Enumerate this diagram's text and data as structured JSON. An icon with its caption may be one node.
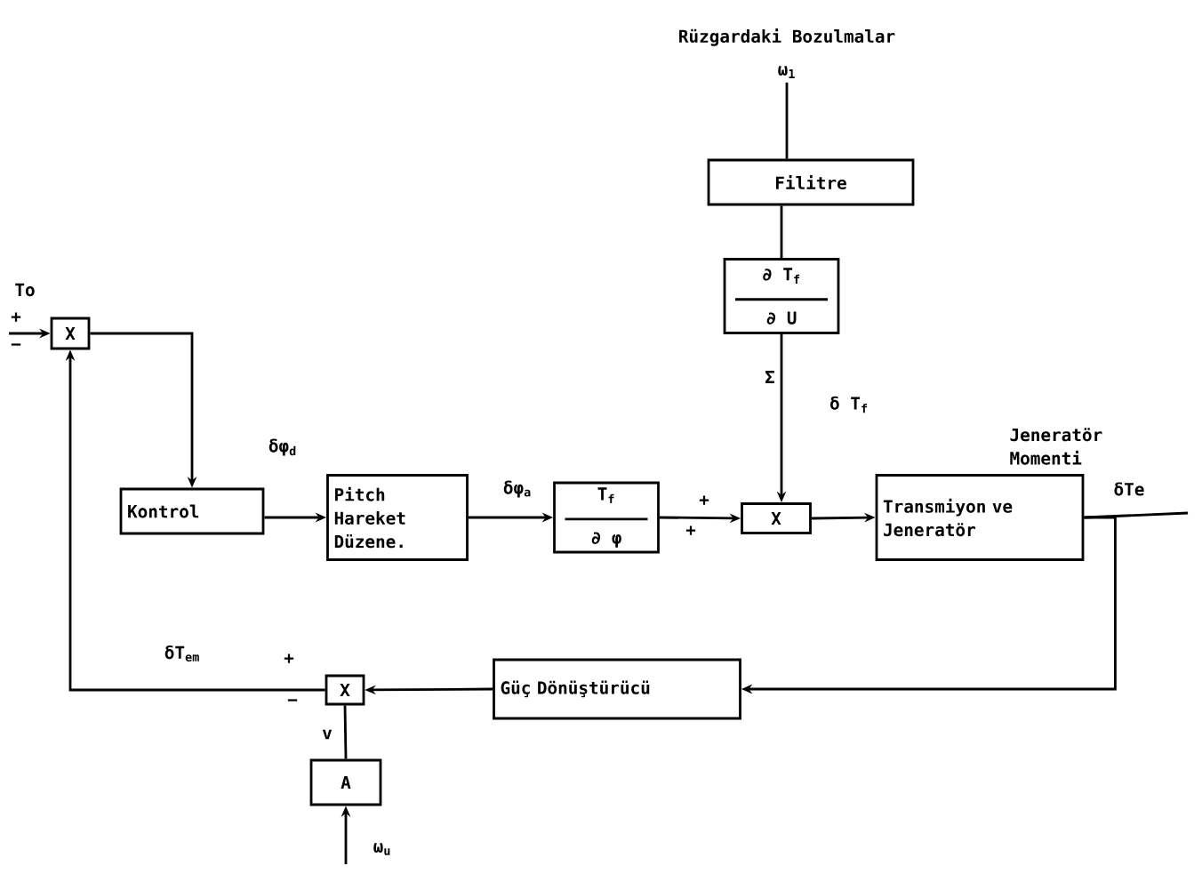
{
  "diagram": {
    "nodes": [
      {
        "text": [
          "Rüzgardaki Bozulmalar",
          "ω$_{1}$"
        ]
      },
      {
        "text": [
          "Filitre"
        ]
      },
      {
        "text": [
          "∂ T$_{f}$",
          "∂ U"
        ]
      },
      {
        "text": [
          "X"
        ]
      },
      {
        "text": [
          "Kontrol"
        ]
      },
      {
        "text": [
          "Pitch Hareket Düzene."
        ]
      },
      {
        "text": [
          "T$_{f}$",
          "∂ φ"
        ]
      },
      {
        "text": [
          "X"
        ]
      },
      {
        "text": [
          "Transmiyon ve Jeneratör"
        ]
      },
      {
        "text": [
          "Güç Dönüştürücü"
        ]
      },
      {
        "text": [
          "X"
        ]
      },
      {
        "text": [
          "A"
        ]
      }
    ],
    "edges": [
      {
        "from": 0,
        "to": 1,
        "arrow": "none"
      },
      {
        "from": 1,
        "to": 2,
        "arrow": "none"
      },
      {
        "from": 2,
        "to": 7,
        "arrow": "to"
      },
      {
        "from": null,
        "to": 3,
        "arrow": "to"
      },
      {
        "from": 3,
        "to": 4,
        "arrow": "to"
      },
      {
        "from": 4,
        "to": 5,
        "arrow": "to"
      },
      {
        "from": 5,
        "to": 6,
        "arrow": "to"
      },
      {
        "from": 6,
        "to": 7,
        "arrow": "to"
      },
      {
        "from": 7,
        "to": 8,
        "arrow": "to"
      },
      {
        "from": 8,
        "to": null,
        "arrow": "none"
      },
      {
        "from": 8,
        "to": 9,
        "arrow": "to"
      },
      {
        "from": 9,
        "to": 10,
        "arrow": "to"
      },
      {
        "from": 10,
        "to": 3,
        "arrow": "to"
      },
      {
        "from": 11,
        "to": 10,
        "arrow": "none"
      },
      {
        "from": null,
        "to": 11,
        "arrow": "to"
      }
    ],
    "labels": [
      "To",
      "+",
      "−",
      "δφ$_{d}$",
      "δφ$_{a}$",
      "+",
      "+",
      "Σ",
      "δ T$_{f}$",
      "Jeneratör Momenti",
      "δTe",
      "δT$_{em}$",
      "+",
      "−",
      "v",
      "ω$_{u}$"
    ]
  }
}
